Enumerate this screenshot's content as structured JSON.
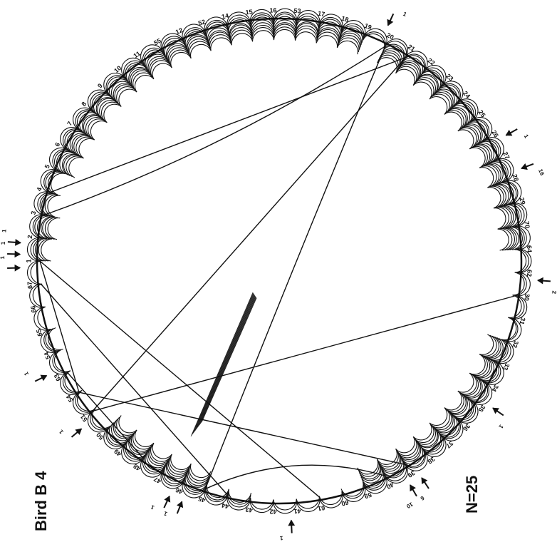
{
  "figure": {
    "title": "Bird B 4",
    "count_label": "N=25",
    "perch_labels": [
      "1",
      "2",
      "3",
      "4",
      "5",
      "6",
      "7",
      "8",
      "9",
      "10",
      "11",
      "55",
      "12",
      "52",
      "14",
      "15",
      "16",
      "53",
      "17",
      "18",
      "19",
      "20",
      "21",
      "22",
      "23",
      "24",
      "25",
      "26",
      "27",
      "28",
      "29",
      "70",
      "64",
      "62",
      "30",
      "31",
      "32",
      "33",
      "34",
      "35",
      "36",
      "37",
      "38",
      "39",
      "40",
      "59",
      "60",
      "61",
      "41",
      "42",
      "43",
      "44",
      "45",
      "46",
      "47",
      "48",
      "49",
      "50",
      "51",
      "54",
      "63",
      "54",
      "65",
      "66",
      "67"
    ],
    "arrow_counts": [
      "1",
      "1",
      "16",
      "2",
      "1",
      "10",
      "1",
      "1",
      "1",
      "1",
      "1",
      "1",
      "1",
      "1",
      "6"
    ],
    "stroke_color": "#111111",
    "background_color": "#ffffff"
  }
}
